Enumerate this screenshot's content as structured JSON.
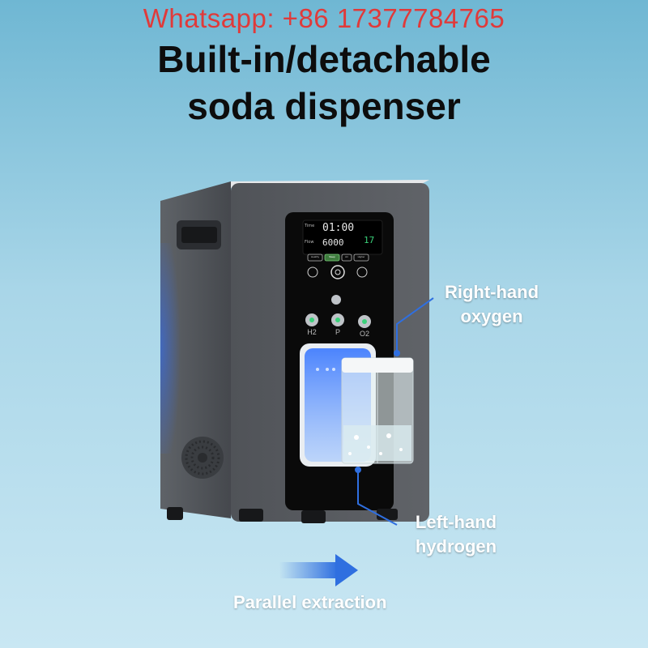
{
  "contact": {
    "text": "Whatsapp: +86 17377784765",
    "color": "#e03a3a"
  },
  "headline": {
    "line1": "Built-in/detachable",
    "line2": "soda dispenser"
  },
  "display": {
    "time_label": "Time",
    "time_value": "01:00",
    "flow_label": "Flow",
    "flow_value": "6000",
    "right_value": "17",
    "mode_buttons": [
      "Healthy",
      "Sleep",
      "Air",
      "Higher"
    ]
  },
  "ports": [
    "H2",
    "P",
    "O2"
  ],
  "callouts": {
    "right": {
      "line1": "Right-hand",
      "line2": "oxygen"
    },
    "left": {
      "line1": "Left-hand",
      "line2": "hydrogen"
    }
  },
  "caption": "Parallel extraction",
  "colors": {
    "accent": "#2f6fe0",
    "display_bg": "#0a0a0a",
    "device_body": "#4a4d52"
  }
}
